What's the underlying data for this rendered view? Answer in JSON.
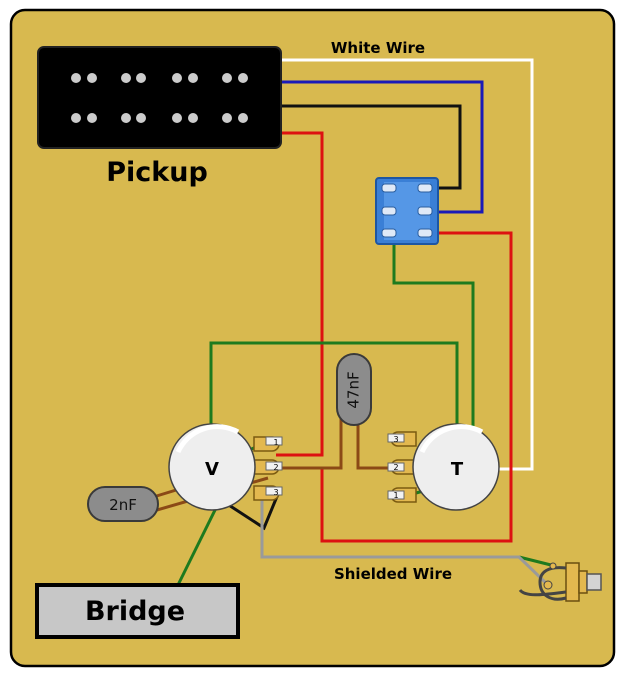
{
  "labels": {
    "white_wire": "White Wire",
    "pickup": "Pickup",
    "shielded_wire": "Shielded Wire",
    "bridge": "Bridge",
    "volume_pot": "V",
    "tone_pot": "T",
    "cap_small": "2nF",
    "cap_large": "47nF",
    "volume_lugs": [
      "1",
      "2",
      "3"
    ],
    "tone_lugs": [
      "3",
      "2",
      "1"
    ]
  },
  "colors": {
    "board": "#d8b94f",
    "white_wire": "#ffffff",
    "blue_wire": "#1a1ab8",
    "black_wire": "#111111",
    "red_wire": "#dd1111",
    "green_wire": "#1e7a1e",
    "brown_wire": "#8b4a16",
    "shielded_wire": "#9a9a9a",
    "switch": "#3a7fd6",
    "capacitor": "#8c8c8c"
  }
}
